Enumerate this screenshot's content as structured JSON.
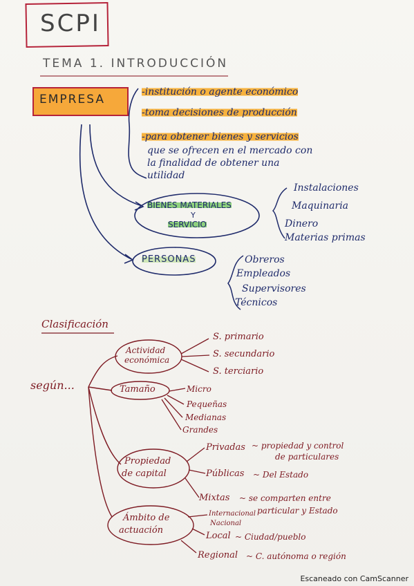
{
  "header": {
    "subject": "SCPI",
    "topic": "TEMA 1. INTRODUCCIÓN"
  },
  "empresa": {
    "label": "EMPRESA",
    "definition": [
      "-institución o agente económico",
      "-toma decisiones de producción",
      "-para obtener bienes y servicios",
      "que se ofrecen en el mercado con",
      "la finalidad de obtener una",
      "utilidad"
    ]
  },
  "bienes": {
    "label_line1": "BIENES MATERIALES",
    "label_line2": "Y",
    "label_line3": "SERVICIO",
    "items": [
      "Instalaciones",
      "Maquinaria",
      "Dinero",
      "Materias primas"
    ]
  },
  "personas": {
    "label": "PERSONAS",
    "items": [
      "Obreros",
      "Empleados",
      "Supervisores",
      "Técnicos"
    ]
  },
  "clasificacion": {
    "title": "Clasificación",
    "root": "según...",
    "actividad": {
      "label_line1": "Actividad",
      "label_line2": "económica",
      "items": [
        "S. primario",
        "S. secundario",
        "S. terciario"
      ]
    },
    "tamano": {
      "label": "Tamaño",
      "items": [
        "Micro",
        "Pequeñas",
        "Medianas",
        "Grandes"
      ]
    },
    "propiedad": {
      "label_line1": "Propiedad",
      "label_line2": "de capital",
      "privadas": "Privadas",
      "privadas_desc1": "~ propiedad y control",
      "privadas_desc2": "de particulares",
      "publicas": "Públicas",
      "publicas_desc": "~ Del Estado",
      "mixtas": "Mixtas",
      "mixtas_desc1": "~ se comparten entre",
      "mixtas_desc2": "particular y Estado"
    },
    "ambito": {
      "label_line1": "Ámbito de",
      "label_line2": "actuación",
      "internacional": "Internacional",
      "nacional": "Nacional",
      "local": "Local",
      "local_desc": "~ Ciudad/pueblo",
      "regional": "Regional",
      "regional_desc": "~ C. autónoma o región"
    }
  },
  "footer": {
    "scanner": "Escaneado con CamScanner"
  },
  "colors": {
    "ink_black": "#2a2a2a",
    "ink_blue": "#1f2b6b",
    "ink_red": "#7d1a22",
    "highlight_orange": "#f7b23d",
    "highlight_green": "#8fd17e"
  }
}
